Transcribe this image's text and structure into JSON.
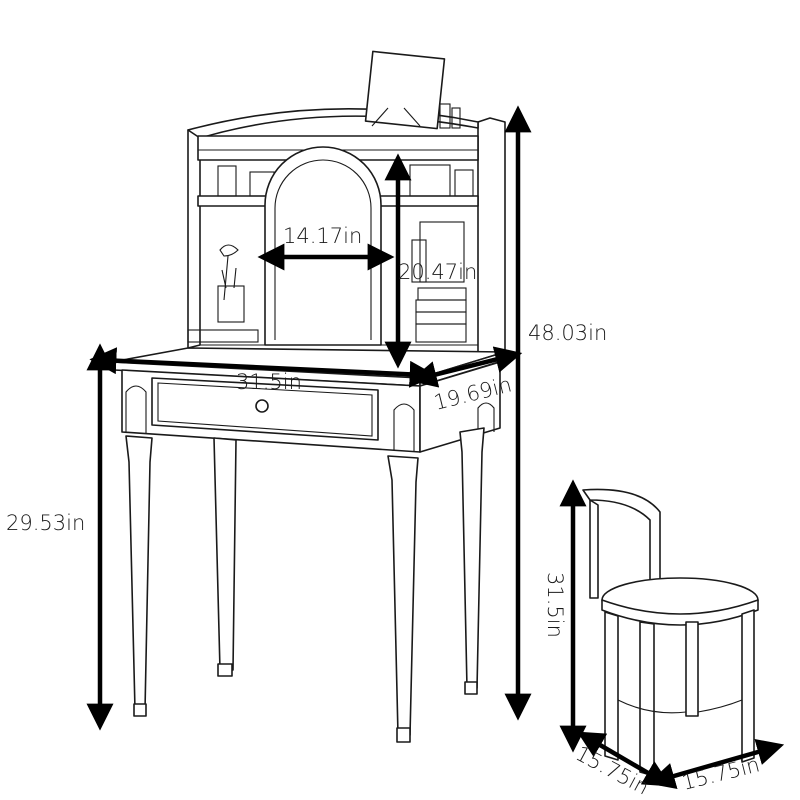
{
  "dimensions": {
    "mirror_width": "14.17in",
    "mirror_height": "20.47in",
    "total_height": "48.03in",
    "table_width": "31.5in",
    "table_depth": "19.69in",
    "table_height": "29.53in",
    "chair_height": "31.5in",
    "chair_depth": "15.75in",
    "chair_width": "15.75in"
  },
  "colors": {
    "line": "#1a1a1a",
    "arrow": "#000000",
    "background": "#ffffff"
  }
}
